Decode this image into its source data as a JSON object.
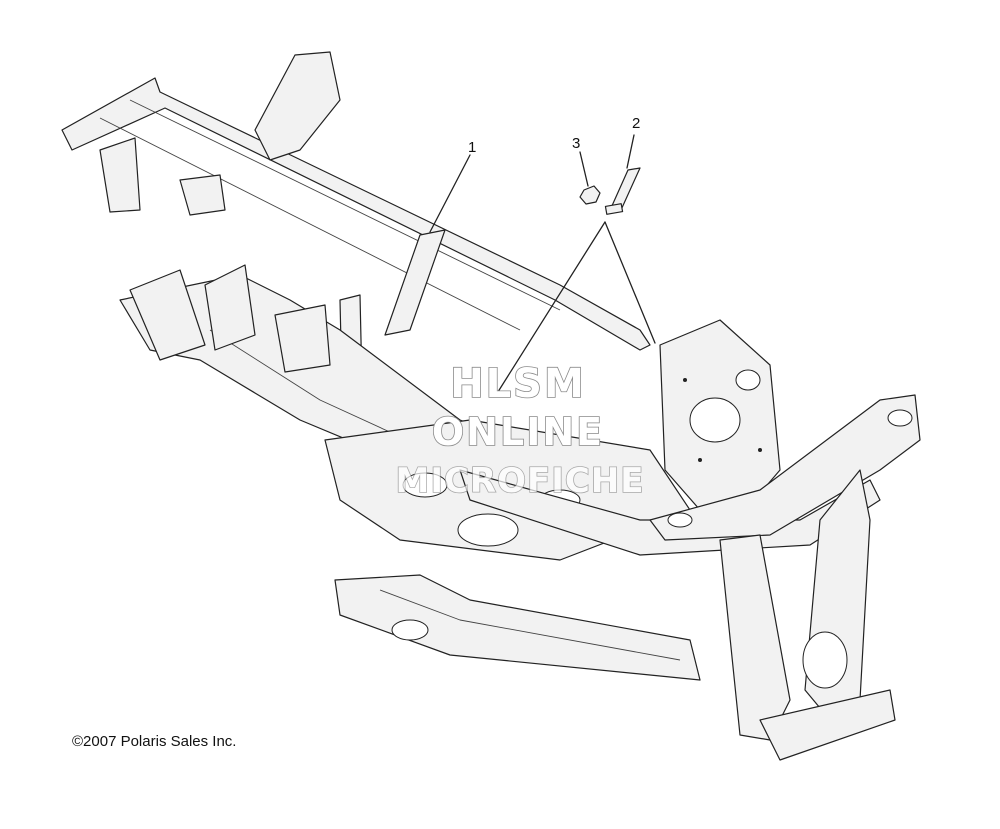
{
  "diagram": {
    "callouts": [
      {
        "id": "1",
        "label": "1"
      },
      {
        "id": "2",
        "label": "2"
      },
      {
        "id": "3",
        "label": "3"
      }
    ],
    "copyright": "©2007 Polaris Sales Inc.",
    "watermark": {
      "line1": "HLSM",
      "line2": "ONLINE",
      "line3": "MICROFICHE"
    }
  }
}
